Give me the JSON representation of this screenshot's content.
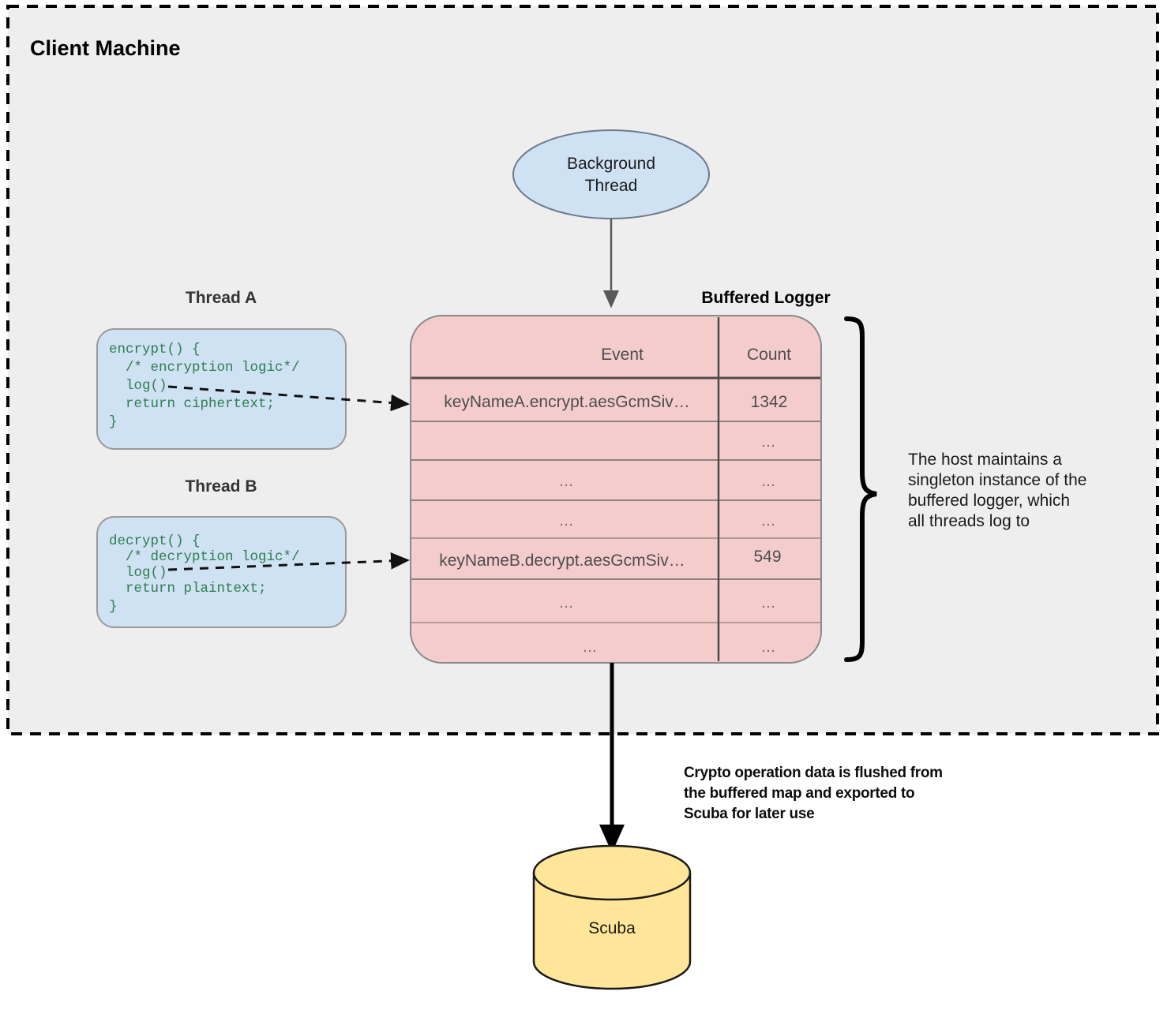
{
  "diagram": {
    "title": "Client Machine",
    "background_color": "#eeeeee",
    "border_style": "dashed"
  },
  "background_thread": {
    "label_line1": "Background",
    "label_line2": "Thread",
    "fill_color": "#cfe2f3",
    "stroke_color": "#6b7b8c"
  },
  "thread_a": {
    "title": "Thread A",
    "fill_color": "#cfe2f3",
    "code_lines": [
      "encrypt() {",
      "  /* encryption logic*/",
      "  log()",
      "  return ciphertext;",
      "}"
    ]
  },
  "thread_b": {
    "title": "Thread B",
    "fill_color": "#cfe2f3",
    "code_lines": [
      "decrypt() {",
      "  /* decryption logic*/",
      "  log()",
      "  return plaintext;",
      "}"
    ]
  },
  "buffered_logger": {
    "title": "Buffered Logger",
    "fill_color": "#f5cccc",
    "stroke_color": "#8a8a8a",
    "columns": [
      "Event",
      "Count"
    ],
    "rows": [
      {
        "event": "keyNameA.encrypt.aesGcmSiv…",
        "count": "1342"
      },
      {
        "event": "",
        "count": "…"
      },
      {
        "event": "…",
        "count": "…"
      },
      {
        "event": "…",
        "count": "…"
      },
      {
        "event": "keyNameB.decrypt.aesGcmSiv…",
        "count": "549"
      },
      {
        "event": "…",
        "count": "…"
      },
      {
        "event": "…",
        "count": "…"
      }
    ]
  },
  "brace_annotation": {
    "lines": [
      "The host maintains a",
      "singleton instance of the",
      "buffered logger, which",
      "all threads log to"
    ]
  },
  "flush_annotation": {
    "lines": [
      "Crypto operation data is flushed from",
      "the buffered map and exported to",
      "Scuba for later use"
    ]
  },
  "scuba": {
    "label": "Scuba",
    "fill_color": "#ffe699",
    "stroke_color": "#1a1a1a"
  }
}
